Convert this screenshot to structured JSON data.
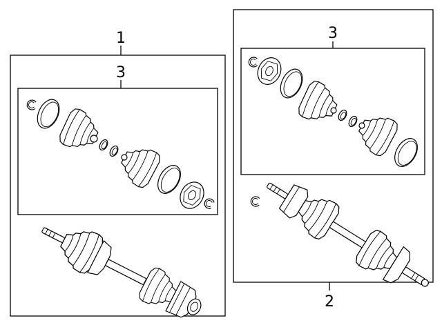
{
  "callouts": {
    "assembly_left": "1",
    "assembly_right": "2",
    "kit_left": "3",
    "kit_right": "3"
  }
}
